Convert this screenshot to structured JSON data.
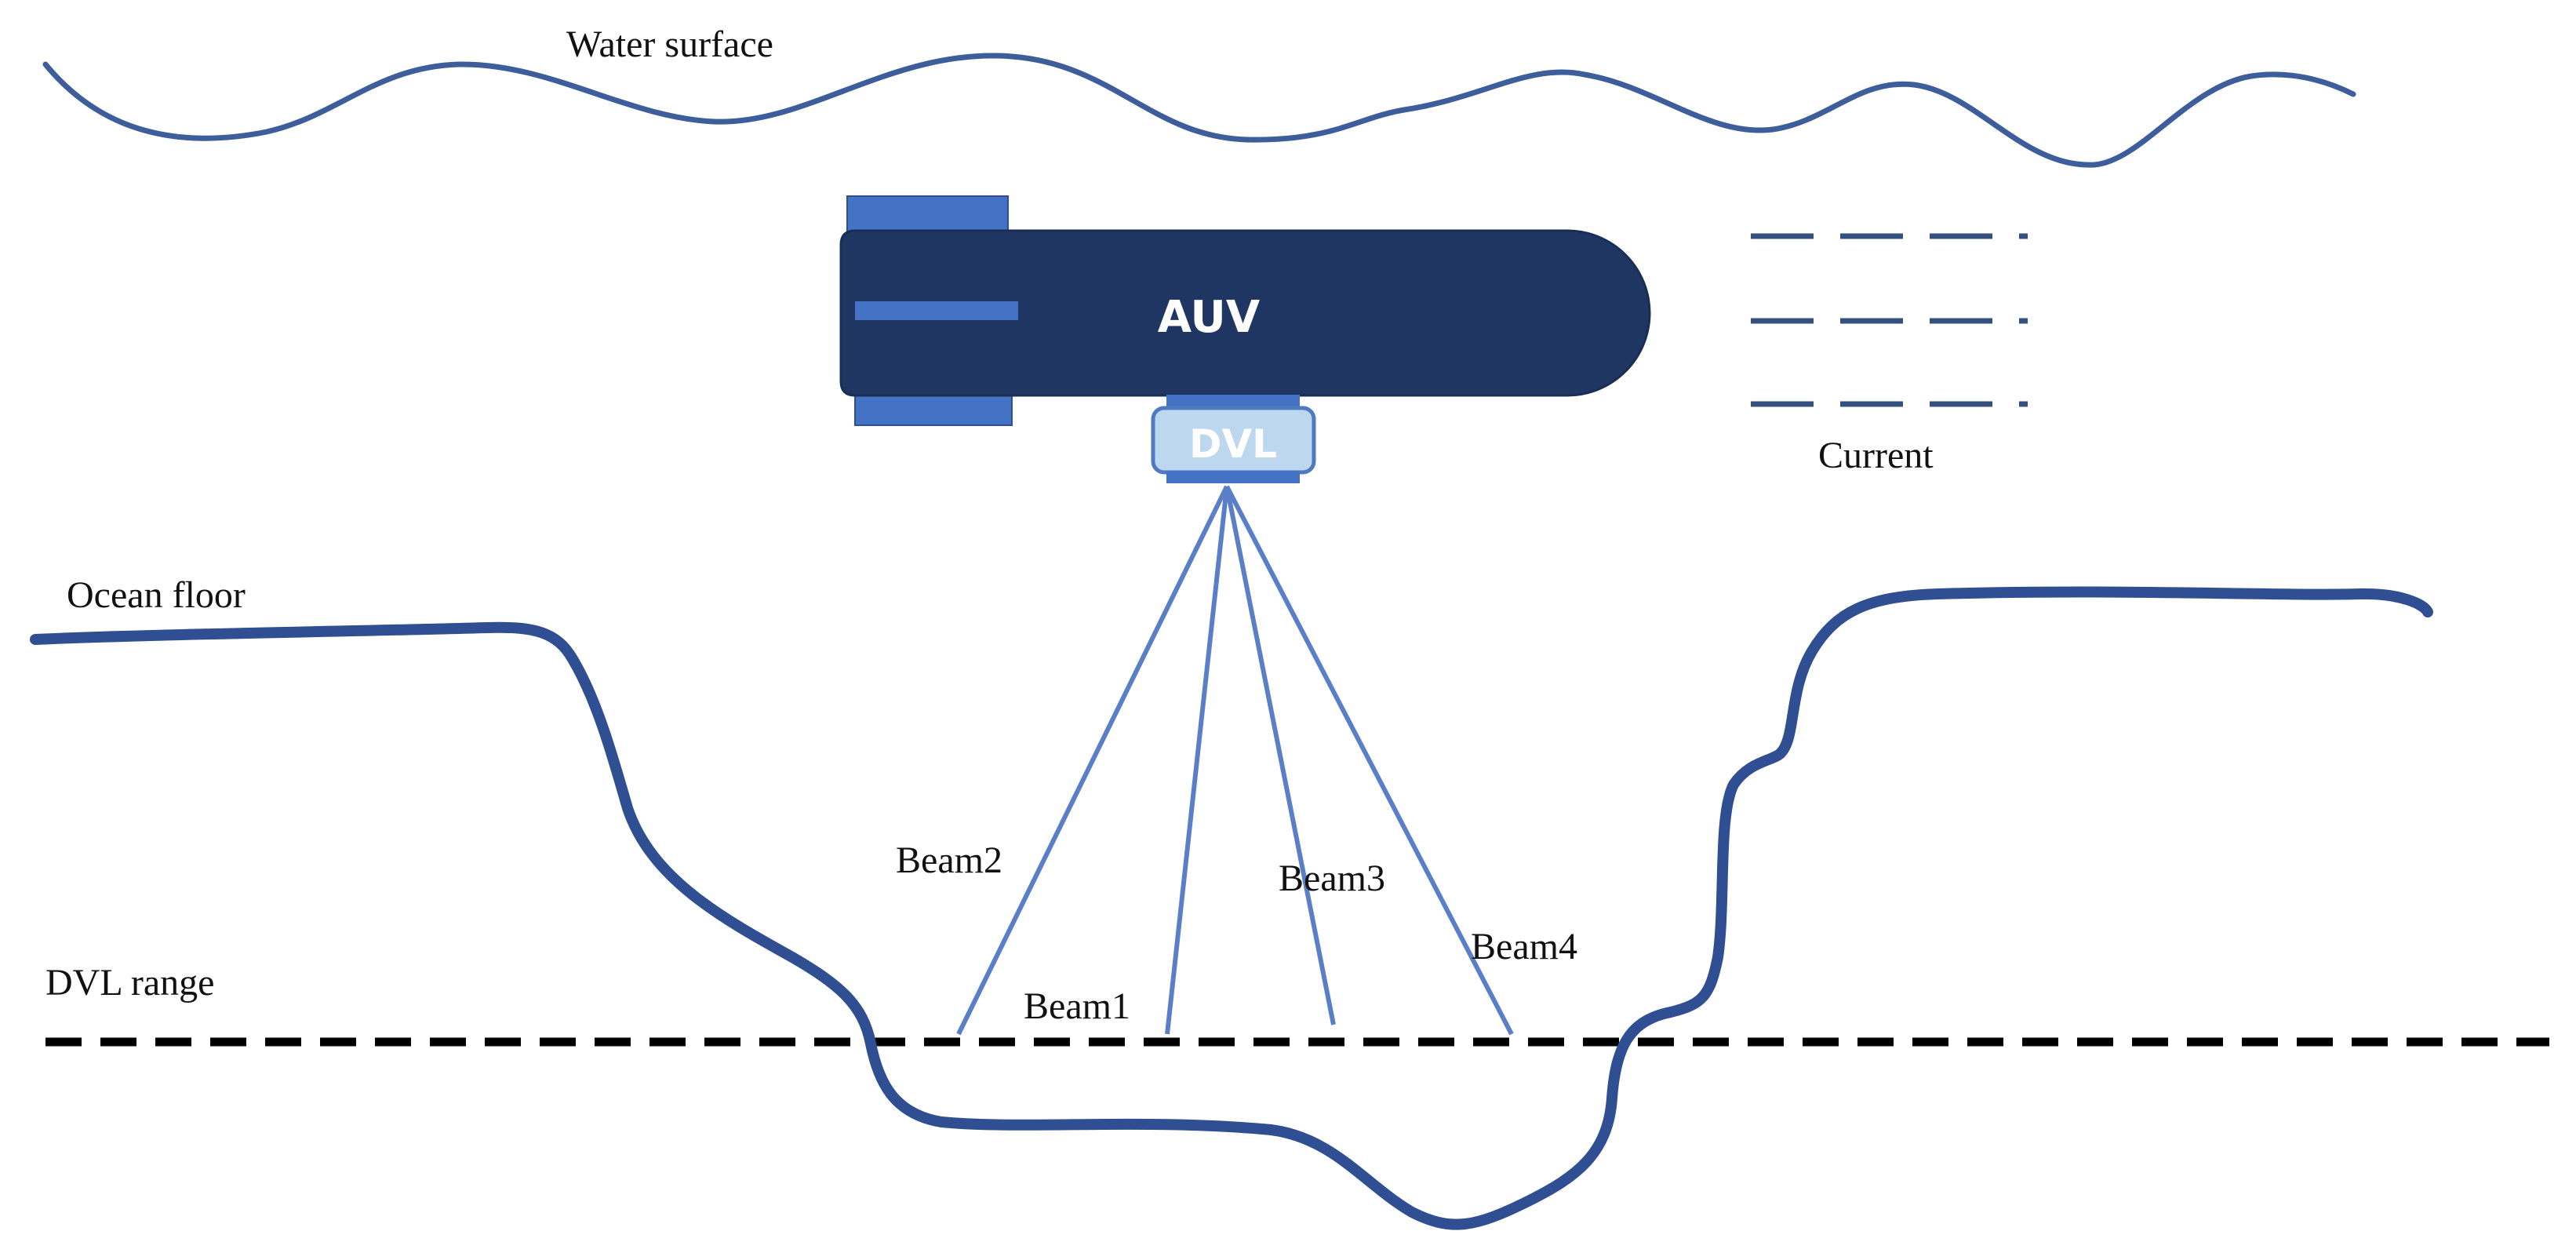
{
  "labels": {
    "water_surface": "Water surface",
    "current": "Current",
    "ocean_floor": "Ocean floor",
    "dvl_range": "DVL range",
    "auv": "AUV",
    "dvl": "DVL",
    "beam1": "Beam1",
    "beam2": "Beam2",
    "beam3": "Beam3",
    "beam4": "Beam4"
  },
  "colors": {
    "wave_line": "#3d5e9a",
    "floor_line": "#2f4f92",
    "auv_body": "#1f3663",
    "fin": "#4472c4",
    "dvl_box": "#bdd7ee",
    "dvl_border": "#4f7ac0",
    "beam": "#5b7fc7",
    "current_line": "#33507f",
    "range_line": "#000000"
  }
}
